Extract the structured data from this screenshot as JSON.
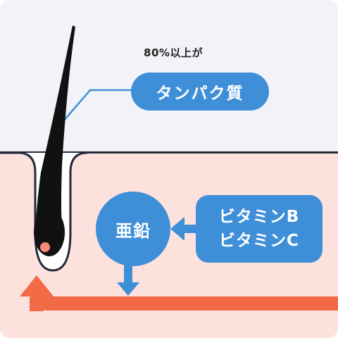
{
  "annotation": "80%以上が",
  "protein_label": "タンパク質",
  "zinc_label": "亜鉛",
  "vitamins": [
    "ビタミンB",
    "ビタミンC"
  ],
  "colors": {
    "background": "#f2f3f8",
    "scalp": "#fde1dc",
    "accent_blue": "#3f8fd8",
    "arrow_orange": "#f26a46",
    "hair": "#111111",
    "bulb_core": "#f6897a"
  },
  "icons": [
    "hair-strand-icon",
    "hair-bulb-icon",
    "circulation-arrow-icon",
    "down-arrow-icon",
    "left-arrow-icon"
  ]
}
